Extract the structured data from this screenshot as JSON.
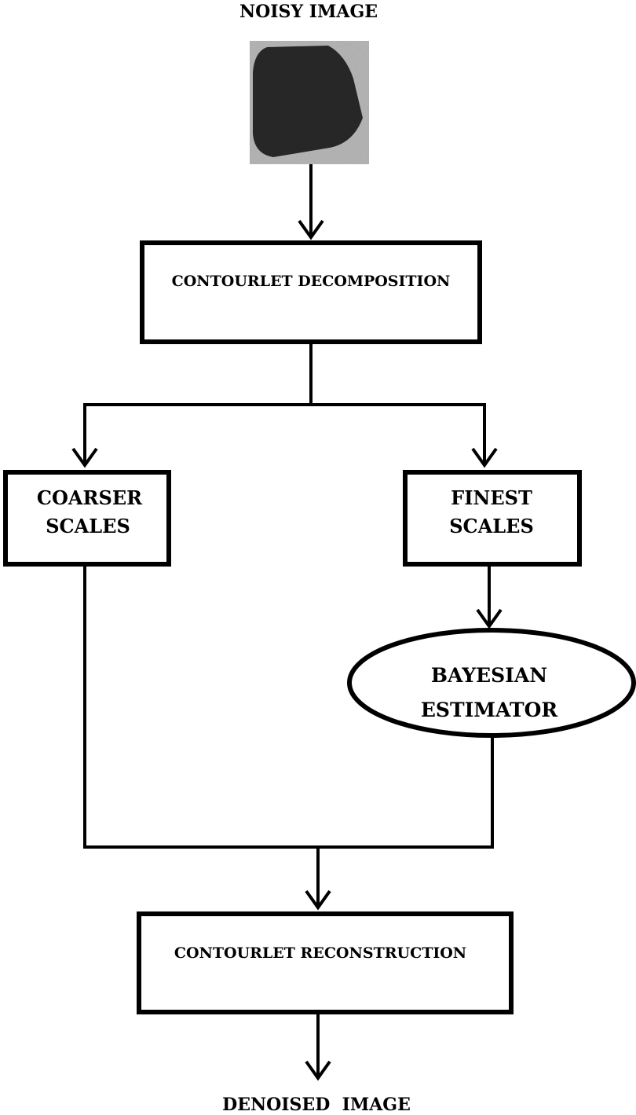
{
  "colors": {
    "stroke": "#000000",
    "background": "#ffffff",
    "input_image_dark": "#2b2b2b",
    "input_image_light": "#bdbdbd"
  },
  "input": {
    "title": "NOISY IMAGE",
    "thumbnail_icon": "noisy-photo-icon"
  },
  "decomposition": {
    "label": "CONTOURLET DECOMPOSITION"
  },
  "coarser": {
    "line1": "COARSER",
    "line2": "SCALES"
  },
  "finest": {
    "line1": "FINEST",
    "line2": "SCALES"
  },
  "estimator": {
    "line1": "BAYESIAN",
    "line2": "ESTIMATOR"
  },
  "reconstruction": {
    "label": "CONTOURLET RECONSTRUCTION"
  },
  "output": {
    "title": "DENOISED  IMAGE"
  }
}
